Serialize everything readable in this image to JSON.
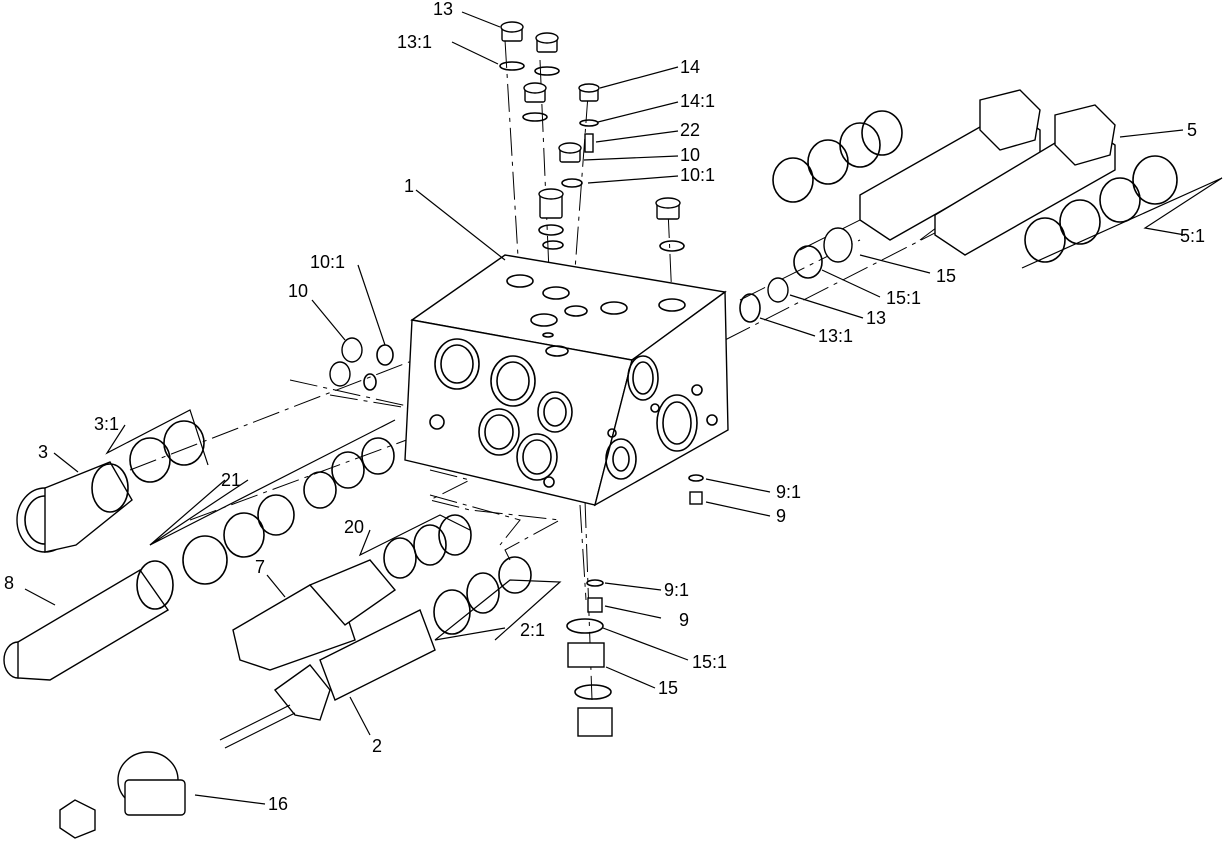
{
  "labels": {
    "l1": "1",
    "l2": "2",
    "l2_1": "2:1",
    "l3": "3",
    "l3_1": "3:1",
    "l5": "5",
    "l5_1": "5:1",
    "l7": "7",
    "l8": "8",
    "l9a": "9",
    "l9_1a": "9:1",
    "l9b": "9",
    "l9_1b": "9:1",
    "l10a": "10",
    "l10_1a": "10:1",
    "l10b": "10",
    "l10_1b": "10:1",
    "l13a": "13",
    "l13_1a": "13:1",
    "l13b": "13",
    "l13_1b": "13:1",
    "l14": "14",
    "l14_1": "14:1",
    "l15a": "15",
    "l15_1a": "15:1",
    "l15b": "15",
    "l15_1b": "15:1",
    "l16": "16",
    "l20": "20",
    "l21": "21",
    "l22": "22"
  }
}
